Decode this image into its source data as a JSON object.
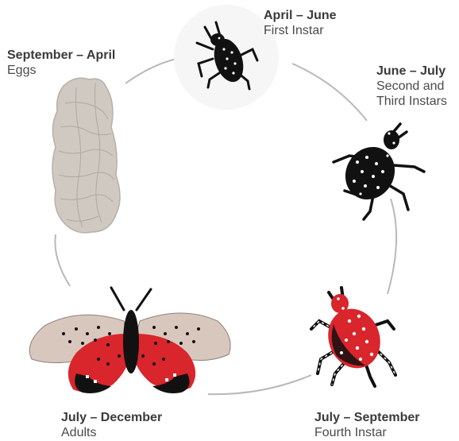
{
  "stages": {
    "first_instar": {
      "period": "April – June",
      "name": "First Instar"
    },
    "second_third": {
      "period": "June – July",
      "name": "Second and Third Instars"
    },
    "fourth_instar": {
      "period": "July – September",
      "name": "Fourth Instar"
    },
    "adults": {
      "period": "July – December",
      "name": "Adults"
    },
    "eggs": {
      "period": "September – April",
      "name": "Eggs"
    }
  },
  "colors": {
    "cycle_line": "#b9b9b9",
    "nymph_black": "#111111",
    "spot_white": "#ffffff",
    "nymph_red": "#d9252c",
    "egg_mass": "#cfc9c1",
    "wing_tan": "#d8c7bd"
  }
}
